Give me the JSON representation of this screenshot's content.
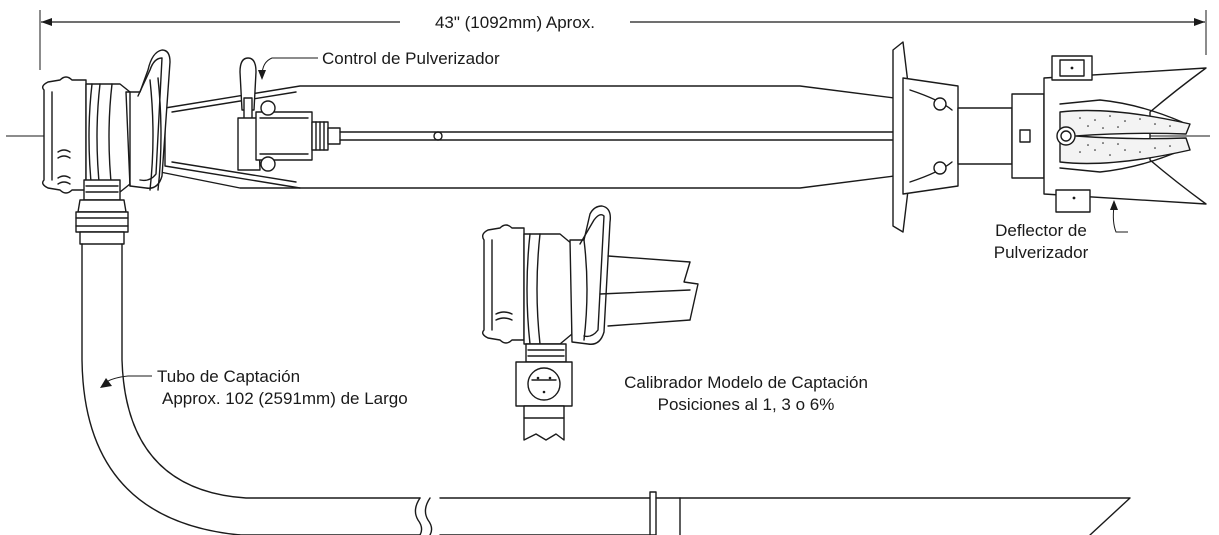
{
  "labels": {
    "overall_length": "43\" (1092mm) Aprox.",
    "spray_control": "Control de Pulverizador",
    "spray_deflector_line1": "Deflector de",
    "spray_deflector_line2": "Pulverizador",
    "pickup_tube_line1": "Tubo de Captación",
    "pickup_tube_line2": "Approx. 102 (2591mm) de Largo",
    "metering_line1": "Calibrador Modelo de Captación",
    "metering_line2": "Posiciones al 1, 3 o 6%"
  }
}
